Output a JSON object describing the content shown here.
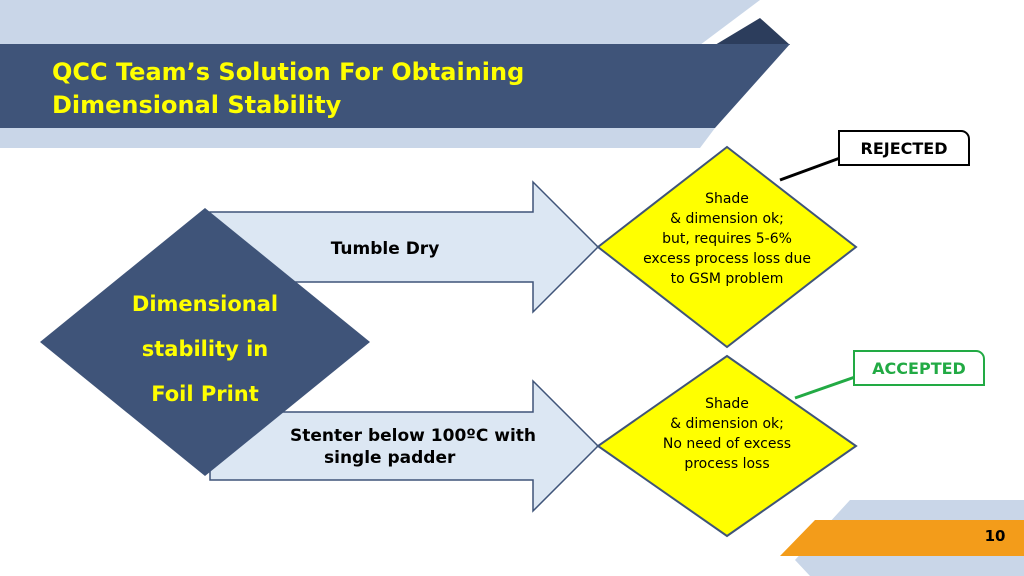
{
  "slide": {
    "title_line1": "QCC Team’s Solution For Obtaining",
    "title_line2": "Dimensional Stability",
    "page_number": "10"
  },
  "diagram": {
    "main_node": [
      "Dimensional",
      "stability in",
      "Foil Print"
    ],
    "arrow_top": {
      "label": "Tumble Dry"
    },
    "arrow_bottom": {
      "label_line1": "Stenter below 100ºC with",
      "label_line2": "single padder"
    },
    "outcome_top": {
      "lines": [
        "Shade",
        "& dimension ok;",
        "but, requires 5-6%",
        "excess process loss due",
        "to GSM problem"
      ],
      "tag": "REJECTED"
    },
    "outcome_bottom": {
      "lines": [
        "Shade",
        "& dimension ok;",
        "No need of excess",
        "process loss"
      ],
      "tag": "ACCEPTED"
    }
  },
  "colors": {
    "banner_dark": "#3f5479",
    "banner_light": "#c9d6e8",
    "arrow_fill": "#dce7f3",
    "diamond_fill": "#ffff00",
    "main_node_fill": "#3f5479",
    "title_text": "#ffff00",
    "accepted": "#22aa44",
    "footer_orange": "#f39c1a"
  }
}
